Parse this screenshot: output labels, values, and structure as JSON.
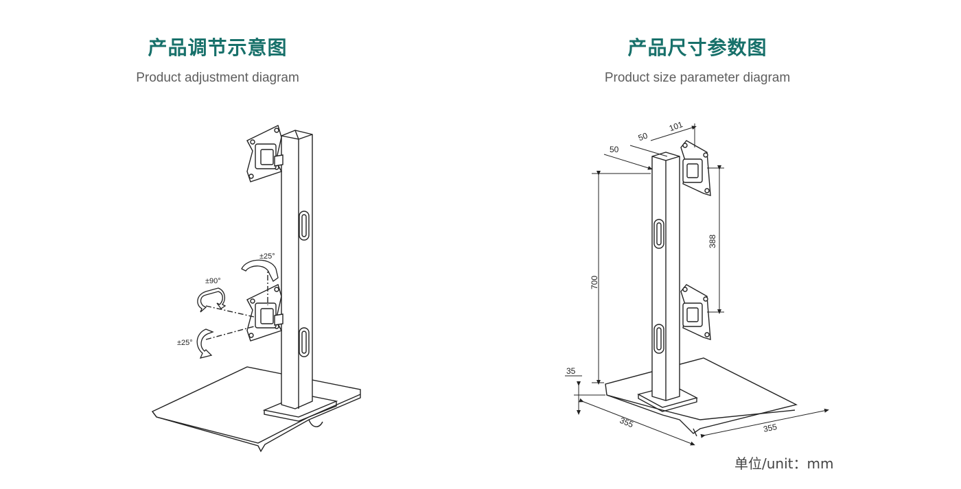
{
  "left_panel": {
    "title_cn": "产品调节示意图",
    "title_en": "Product adjustment diagram",
    "annotations": {
      "tilt_top": "±25°",
      "rotate": "±90°",
      "swivel": "±25°"
    }
  },
  "right_panel": {
    "title_cn": "产品尺寸参数图",
    "title_en": "Product size parameter diagram",
    "dimensions": {
      "pole_width_a": "50",
      "pole_width_b": "50",
      "arm_depth": "101",
      "height": "700",
      "mount_spacing": "388",
      "base_thickness": "35",
      "base_width": "355",
      "base_depth": "355"
    },
    "unit_label": "单位/unit：mm"
  }
}
